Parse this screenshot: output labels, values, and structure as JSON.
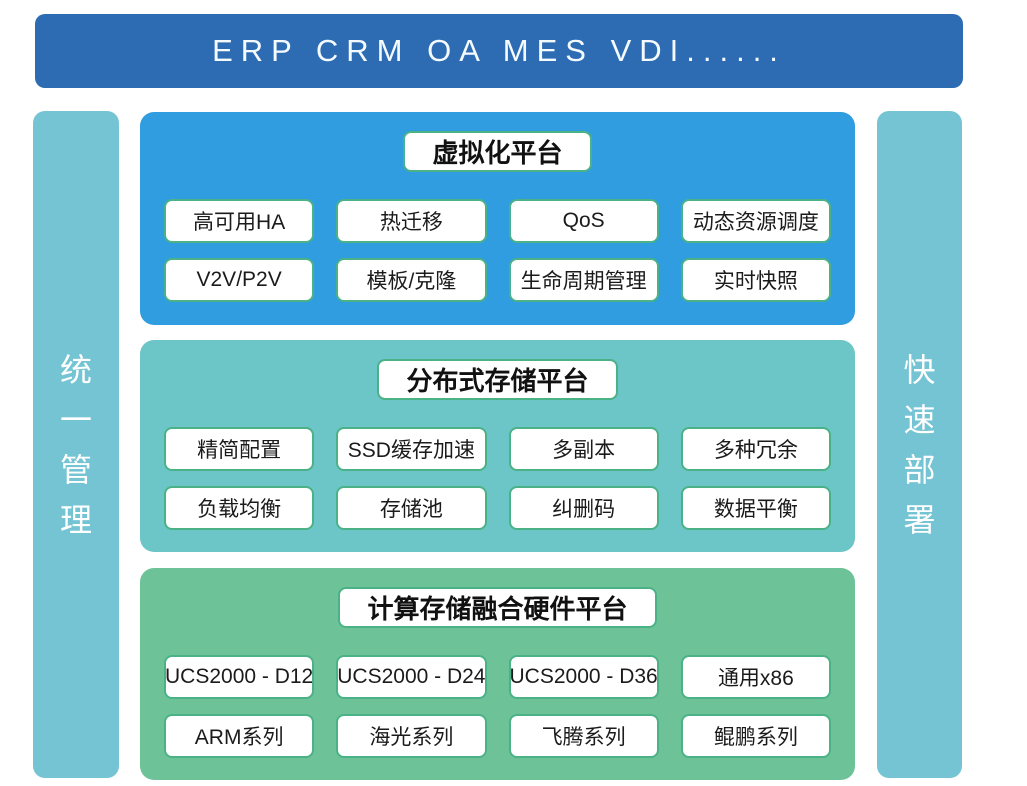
{
  "banner": {
    "label": "ERP CRM OA MES VDI......",
    "bg_color": "#2d6cb3",
    "text_color": "#f5faff"
  },
  "sidebars": {
    "left": {
      "label": "统一管理",
      "chars": [
        "统",
        "一",
        "管",
        "理"
      ],
      "bg_color": "#75c4d4"
    },
    "right": {
      "label": "快速部署",
      "chars": [
        "快",
        "速",
        "部",
        "署"
      ],
      "bg_color": "#75c4d4"
    }
  },
  "panels": [
    {
      "id": "virtualization-platform",
      "title": "虚拟化平台",
      "bg_color": "#2f9ddf",
      "items": [
        "高可用HA",
        "热迁移",
        "QoS",
        "动态资源调度",
        "V2V/P2V",
        "模板/克隆",
        "生命周期管理",
        "实时快照"
      ]
    },
    {
      "id": "distributed-storage-platform",
      "title": "分布式存储平台",
      "bg_color": "#6cc5c6",
      "items": [
        "精简配置",
        "SSD缓存加速",
        "多副本",
        "多种冗余",
        "负载均衡",
        "存储池",
        "纠删码",
        "数据平衡"
      ]
    },
    {
      "id": "converged-hardware-platform",
      "title": "计算存储融合硬件平台",
      "bg_color": "#6ec298",
      "items": [
        "UCS2000 - D12",
        "UCS2000 - D24",
        "UCS2000 - D36",
        "通用x86",
        "ARM系列",
        "海光系列",
        "飞腾系列",
        "鲲鹏系列"
      ]
    }
  ],
  "box_style": {
    "border_color": "#4ab286",
    "bg_color": "#ffffff",
    "text_color": "#1b1b1b"
  }
}
